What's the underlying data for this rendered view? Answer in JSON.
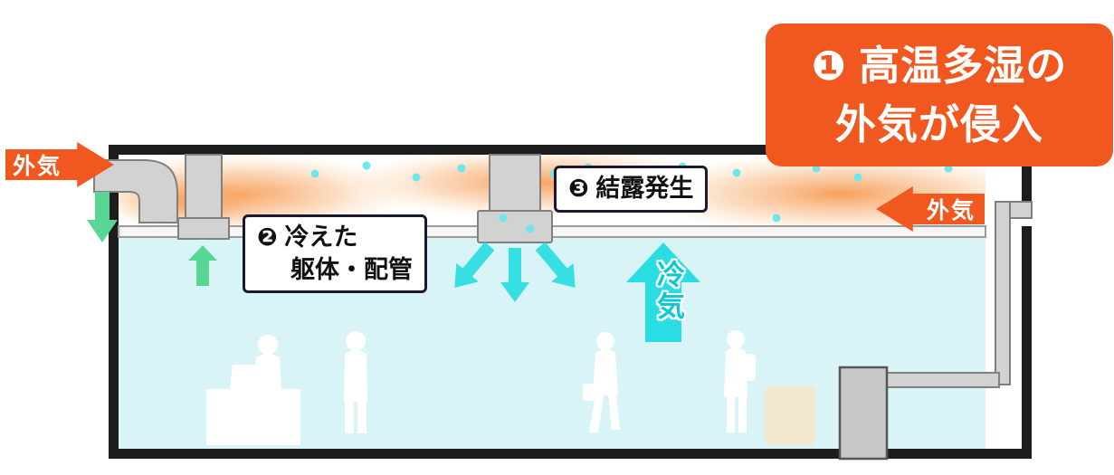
{
  "diagram": {
    "callout": {
      "line1": "❶ 高温多湿の",
      "line2": "外気が侵入"
    },
    "outside_air_left": {
      "label": "外気"
    },
    "outside_air_right": {
      "label": "外気"
    },
    "cooled_structure_label": {
      "line1": "❷ 冷えた",
      "line2": "躯体・配管"
    },
    "condensation_label": {
      "text": "❸ 結露発生"
    },
    "cold_air_arrow": {
      "label": "冷気"
    }
  },
  "colors": {
    "accent_orange": "#f1581f",
    "cyan_arrow": "#2adde2",
    "droplet_cyan": "#6fe6ea",
    "green_arrow": "#57d694",
    "interior_fill": "#d9f4f6",
    "wall_dark": "#1d1d1d",
    "duct_gray": "#d2d2d2",
    "label_border_navy": "#1a1a2e",
    "warm_glow_orange": "#f6954a"
  },
  "icons": {
    "outside_air_entry_left": "orange-right-arrow-icon",
    "outside_air_entry_right": "orange-left-arrow-icon",
    "air_sinking": "green-down-arrow-icon",
    "air_rising": "green-up-arrow-icon",
    "cold_air_supply": "cyan-up-arrow-icon",
    "diffuser_airflow": "cyan-down-arrow-icon",
    "condensation": "droplet-icon"
  }
}
